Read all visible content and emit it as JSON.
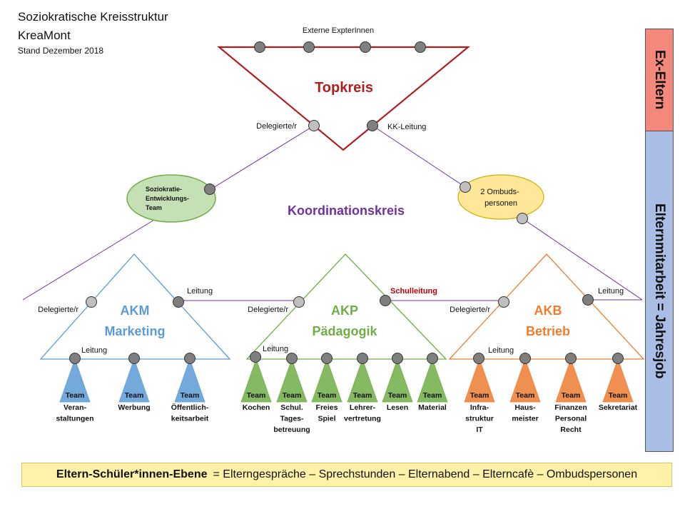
{
  "header": {
    "title_line1": "Soziokratische Kreisstruktur",
    "title_line2": "KreaMont",
    "date": "Stand Dezember 2018"
  },
  "topkreis": {
    "title": "Topkreis",
    "top_label": "Externe ExpterInnen",
    "left_label": "Delegierte/r",
    "right_label": "KK-Leitung",
    "color": "#b01f1f"
  },
  "koordinationskreis": {
    "title": "Koordinationskreis",
    "color": "#7030a0"
  },
  "ellipses": {
    "left_lines": [
      "Soziokratie-",
      "Entwicklungs-",
      "Team"
    ],
    "right_lines": [
      "2 Ombuds-",
      "personen"
    ]
  },
  "akm": {
    "title_line1": "AKM",
    "title_line2": "Marketing",
    "delegate_label": "Delegierte/r",
    "leader_label": "Leitung",
    "inner_label": "Leitung",
    "color": "#5b9bd5",
    "teams": [
      {
        "badge": "Team",
        "lines": [
          "Veran-",
          "staltungen"
        ]
      },
      {
        "badge": "Team",
        "lines": [
          "Werbung"
        ]
      },
      {
        "badge": "Team",
        "lines": [
          "Öffentlich-",
          "keitsarbeit"
        ]
      }
    ]
  },
  "akp": {
    "title_line1": "AKP",
    "title_line2": "Pädagogik",
    "delegate_label": "Delegierte/r",
    "leader_label": "Schulleitung",
    "inner_label": "Leitung",
    "color": "#70ad47",
    "teams": [
      {
        "badge": "Team",
        "lines": [
          "Kochen"
        ]
      },
      {
        "badge": "Team",
        "lines": [
          "Schul.",
          "Tages-",
          "betreuung"
        ]
      },
      {
        "badge": "Team",
        "lines": [
          "Freies",
          "Spiel"
        ]
      },
      {
        "badge": "Team",
        "lines": [
          "Lehrer-",
          "vertretung"
        ]
      },
      {
        "badge": "Team",
        "lines": [
          "Lesen"
        ]
      },
      {
        "badge": "Team",
        "lines": [
          "Material"
        ]
      }
    ]
  },
  "akb": {
    "title_line1": "AKB",
    "title_line2": "Betrieb",
    "delegate_label": "Delegierte/r",
    "leader_label": "Leitung",
    "inner_label": "Leitung",
    "color": "#ed7d31",
    "teams": [
      {
        "badge": "Team",
        "lines": [
          "Infra-",
          "struktur",
          "IT"
        ]
      },
      {
        "badge": "Team",
        "lines": [
          "Haus-",
          "meister"
        ]
      },
      {
        "badge": "Team",
        "lines": [
          "Finanzen",
          "Personal",
          "Recht"
        ]
      },
      {
        "badge": "Team",
        "lines": [
          "Sekretariat"
        ]
      }
    ]
  },
  "sidebar": {
    "top": "Ex-Eltern",
    "bottom": "Elternmitarbeit = Jahresjob",
    "top_color": "#f4887a",
    "bottom_color": "#a9bde5"
  },
  "footer": {
    "label": "Eltern-Schüler*innen-Ebene",
    "text": "= Elterngespräche – Sprechstunden – Elternabend – Elterncafè – Ombudspersonen"
  }
}
